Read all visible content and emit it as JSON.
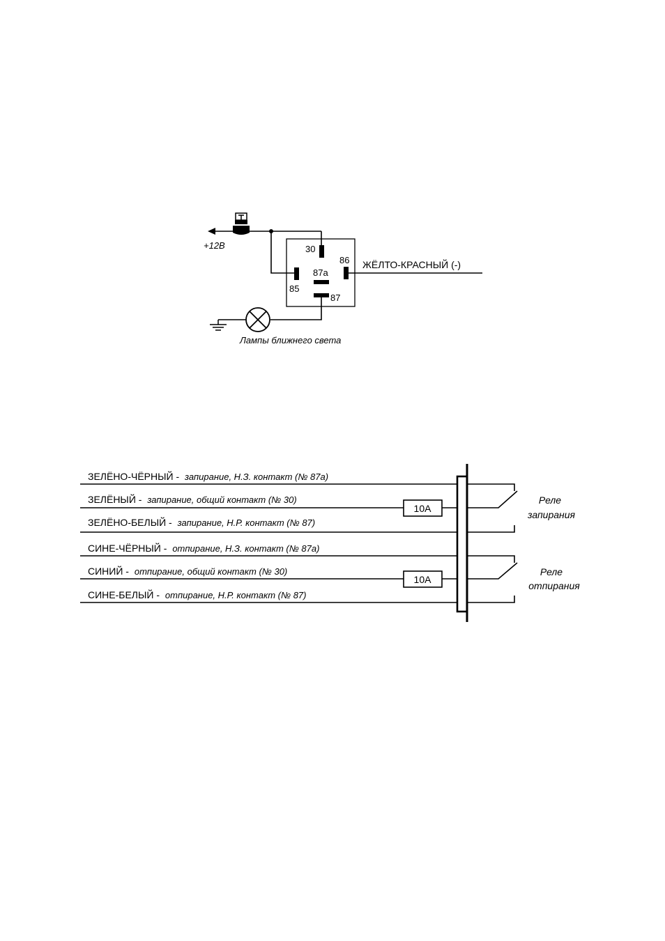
{
  "relay_diagram": {
    "supply_label": "+12В",
    "pins": {
      "p30": "30",
      "p87a": "87a",
      "p86": "86",
      "p85": "85",
      "p87": "87"
    },
    "control_wire": "ЖЁЛТО-КРАСНЫЙ (-)",
    "lamp_label": "Лампы ближнего света"
  },
  "lock_diagram": {
    "wires": [
      {
        "name": "ЗЕЛЁНО-ЧЁРНЫЙ -",
        "desc": "запирание, Н.З. контакт (№ 87а)"
      },
      {
        "name": "ЗЕЛЁНЫЙ -",
        "desc": "запирание, общий контакт (№ 30)"
      },
      {
        "name": "ЗЕЛЁНО-БЕЛЫЙ -",
        "desc": "запирание, Н.Р. контакт (№ 87)"
      },
      {
        "name": "СИНЕ-ЧЁРНЫЙ -",
        "desc": "отпирание, Н.З. контакт (№ 87а)"
      },
      {
        "name": "СИНИЙ -",
        "desc": "отпирание, общий контакт (№ 30)"
      },
      {
        "name": "СИНЕ-БЕЛЫЙ -",
        "desc": "отпирание, Н.Р. контакт (№ 87)"
      }
    ],
    "fuses": [
      "10А",
      "10А"
    ],
    "relay_lock": {
      "line1": "Реле",
      "line2": "запирания"
    },
    "relay_unlock": {
      "line1": "Реле",
      "line2": "отпирания"
    }
  }
}
